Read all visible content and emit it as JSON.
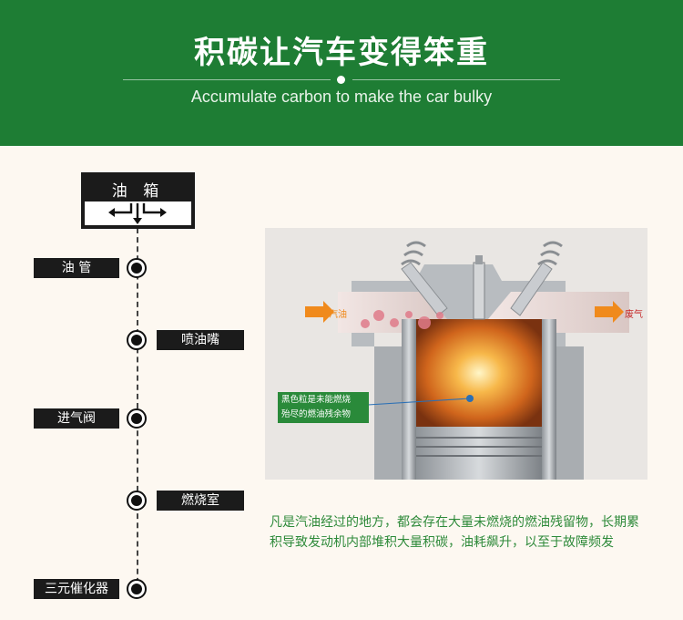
{
  "header": {
    "title": "积碳让汽车变得笨重",
    "subtitle": "Accumulate carbon to make the car bulky"
  },
  "timeline": {
    "tank_label": "油 箱",
    "steps": [
      {
        "label": "油 管"
      },
      {
        "label": "喷油嘴"
      },
      {
        "label": "进气阀"
      },
      {
        "label": "燃烧室"
      },
      {
        "label": "三元催化器"
      }
    ]
  },
  "engine": {
    "intake_label": "汽油",
    "exhaust_label": "废气",
    "callout_line1": "黑色粒是未能燃烧",
    "callout_line2": "殆尽的燃油残余物"
  },
  "description": "凡是汽油经过的地方，都会存在大量未燃烧的燃油残留物，长期累积导致发动机内部堆积大量积碳，油耗飙升，以至于故障频发",
  "colors": {
    "header_green": "#1e7d34",
    "background": "#fdf8f1",
    "text_green": "#2e8a3a",
    "arrow_orange": "#f08a1c"
  }
}
